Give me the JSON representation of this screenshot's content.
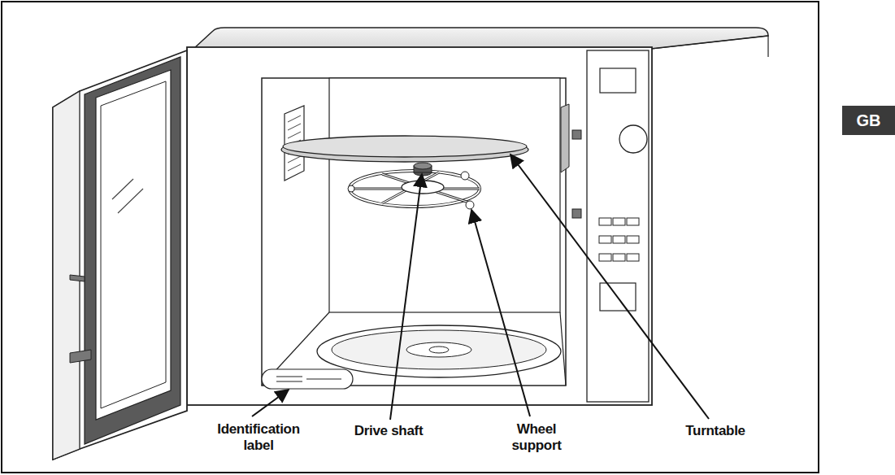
{
  "diagram": {
    "nodes": [
      {
        "text": [
          "GB"
        ]
      }
    ],
    "labels": [
      "Identification label",
      "Drive shaft",
      "Wheel support",
      "Turntable"
    ]
  }
}
